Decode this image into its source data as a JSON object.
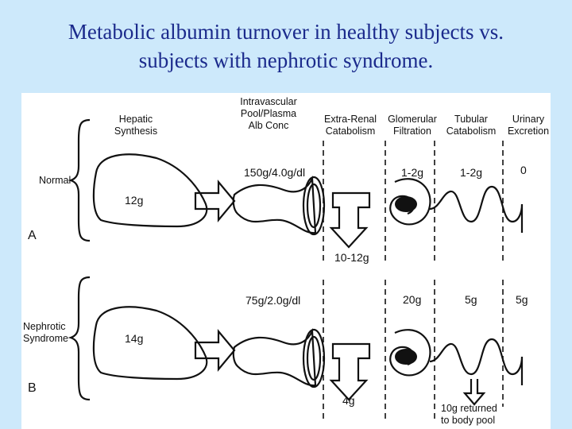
{
  "title": {
    "line1": "Metabolic albumin turnover in healthy subjects vs.",
    "line2": "subjects with nephrotic syndrome."
  },
  "columns": {
    "hepatic": [
      "Hepatic",
      "Synthesis"
    ],
    "intravascular": [
      "Intravascular",
      "Pool/Plasma",
      "Alb Conc"
    ],
    "extrarenal": [
      "Extra-Renal",
      "Catabolism"
    ],
    "glomerular": [
      "Glomerular",
      "Filtration"
    ],
    "tubular": [
      "Tubular",
      "Catabolism"
    ],
    "urinary": [
      "Urinary",
      "Excretion"
    ]
  },
  "rows": {
    "normal": {
      "label": "Normal",
      "letter": "A",
      "synthesis": "12g",
      "pool": "150g/4.0g/dl",
      "extrarenal": "10-12g",
      "glomerular": "1-2g",
      "tubular": "1-2g",
      "urinary": "0"
    },
    "nephrotic": {
      "label": [
        "Nephrotic",
        "Syndrome"
      ],
      "letter": "B",
      "synthesis": "14g",
      "pool": "75g/2.0g/dl",
      "extrarenal": "4g",
      "glomerular": "20g",
      "tubular": "5g",
      "urinary": "5g",
      "returned": [
        "10g returned",
        "to body pool"
      ]
    }
  }
}
